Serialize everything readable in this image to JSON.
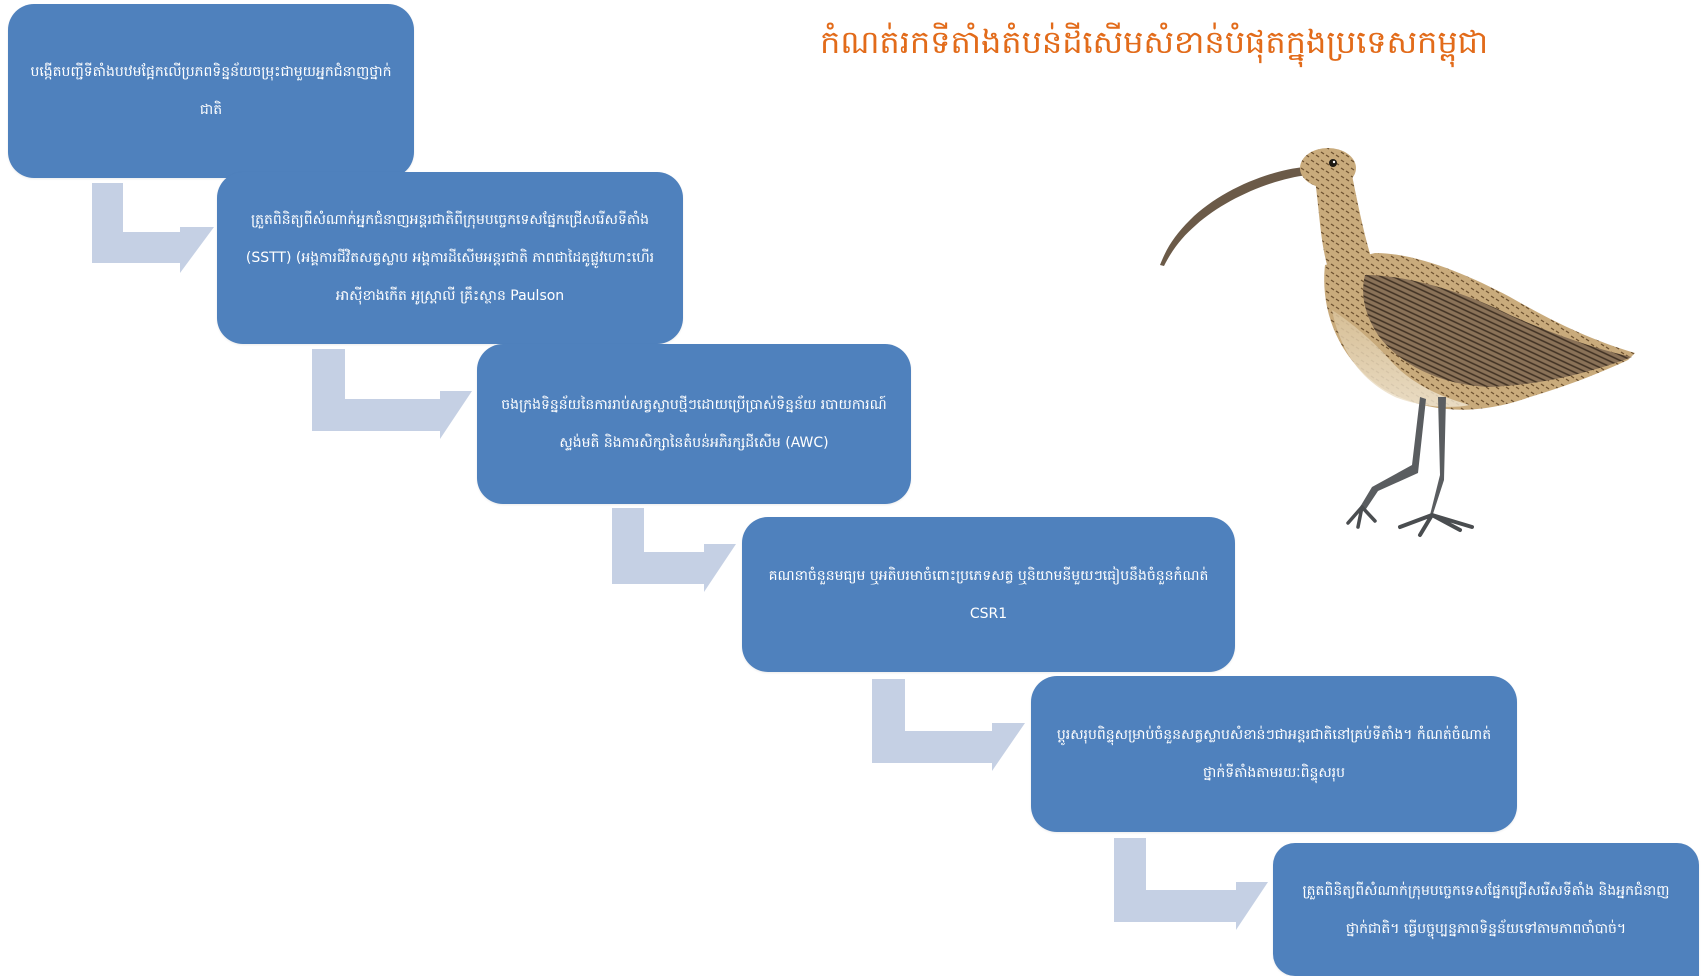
{
  "title": "កំណត់រកទីតាំងតំបន់ដីសើមសំខាន់បំផុតក្នុងប្រទេសកម្ពុជា",
  "steps": [
    {
      "text": "បង្កើតបញ្ជីទីតាំងបឋមផ្អែកលើប្រភពទិន្នន័យចម្រុះជាមួយអ្នកជំនាញថ្នាក់ជាតិ"
    },
    {
      "text": "ត្រួតពិនិត្យពីសំណាក់អ្នកជំនាញអន្តរជាតិពីក្រុមបច្ចេកទេសផ្នែកជ្រើសរើសទីតាំង (SSTT) (អង្គការជីវិតសត្វស្លាប អង្គការដីសើមអន្តរជាតិ ភាពជាដៃគូផ្លូវហោះហើរអាស៊ីខាងកើត អូស្ត្រាលី គ្រឹះស្ថាន Paulson"
    },
    {
      "text": "ចងក្រងទិន្នន័យនៃការរាប់សត្វស្លាបថ្មីៗដោយប្រើប្រាស់ទិន្នន័យ របាយការណ៍ស្ទង់មតិ និងការសិក្សានៃតំបន់អភិរក្សដីសើម (AWC)"
    },
    {
      "text": "គណនាចំនួនមធ្យម ឬអតិបរមាចំពោះប្រភេទសត្វ ឬនិយាមនីមួយៗធៀបនឹងចំនួនកំណត់ CSR1"
    },
    {
      "text": "ប្តូរសរុបពិន្ទុសម្រាប់ចំនួនសត្វស្លាបសំខាន់ៗជាអន្តរជាតិនៅគ្រប់ទីតាំង។ កំណត់ចំណាត់ថ្នាក់ទីតាំងតាមរយៈពិន្ទុសរុប"
    },
    {
      "text": "ត្រួតពិនិត្យពីសំណាក់ក្រុមបច្ចេកទេសផ្នែកជ្រើសរើសទីតាំង និងអ្នកជំនាញថ្នាក់ជាតិ។ ធ្វើបច្ចុប្បន្នភាពទិន្នន័យទៅតាមភាពចាំបាច់។"
    }
  ],
  "colors": {
    "box": "#4F81BD",
    "arrow": "#C5D0E4",
    "title": "#E26B1A"
  },
  "illustration": "curlew-bird"
}
